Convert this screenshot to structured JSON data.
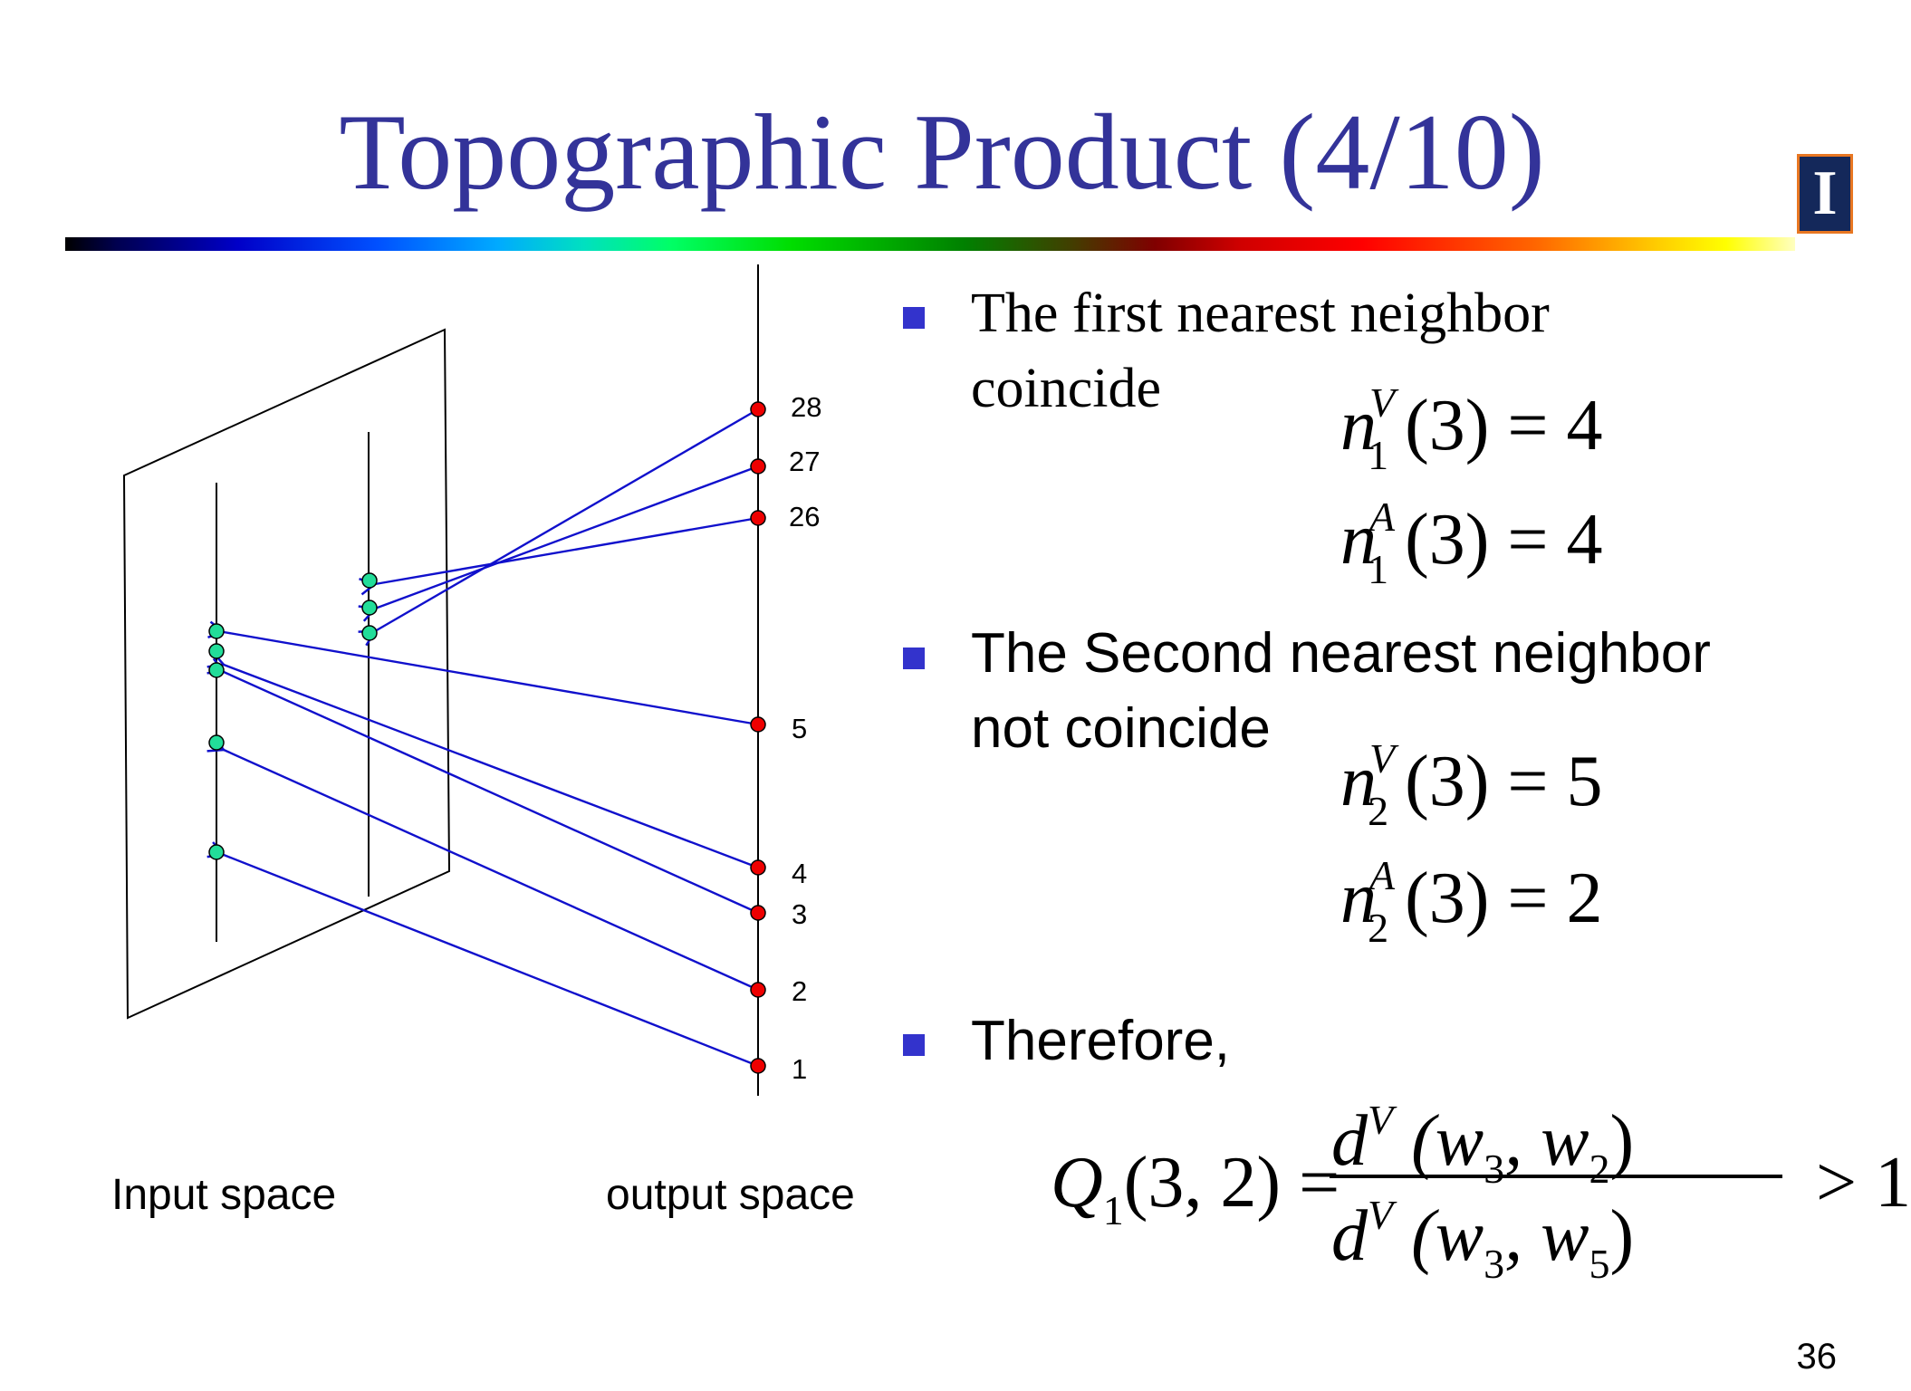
{
  "title": "Topographic Product (4/10)",
  "logo_letter": "I",
  "diagram": {
    "output_labels": [
      "28",
      "27",
      "26",
      "5",
      "4",
      "3",
      "2",
      "1"
    ],
    "input_label": "Input space",
    "output_label": "output space"
  },
  "bullets": [
    {
      "line1": "The first nearest neighbor",
      "line2": "coincide"
    },
    {
      "line1": "The Second nearest neighbor",
      "line2": "not coincide"
    },
    {
      "line1": "Therefore,"
    }
  ],
  "equations": {
    "eq1": {
      "n": "n",
      "sup": "V",
      "sub": "1",
      "arg": "(3)",
      "eq": "=",
      "val": "4"
    },
    "eq2": {
      "n": "n",
      "sup": "A",
      "sub": "1",
      "arg": "(3)",
      "eq": "=",
      "val": "4"
    },
    "eq3": {
      "n": "n",
      "sup": "V",
      "sub": "2",
      "arg": "(3)",
      "eq": "=",
      "val": "5"
    },
    "eq4": {
      "n": "n",
      "sup": "A",
      "sub": "2",
      "arg": "(3)",
      "eq": "=",
      "val": "2"
    }
  },
  "formula": {
    "lhs_q": "Q",
    "lhs_sub": "1",
    "lhs_args": "(3, 2) =",
    "num_d": "d",
    "num_sup": "V",
    "num_open": " (w",
    "num_s1": "3",
    "num_mid": ", w",
    "num_s2": "2",
    "num_close": ")",
    "den_d": "d",
    "den_sup": "V",
    "den_open": " (w",
    "den_s1": "3",
    "den_mid": ", w",
    "den_s2": "5",
    "den_close": ")",
    "rhs": "> 1"
  },
  "page_number": "36",
  "colors": {
    "title": "#333399",
    "bullet": "#3333cc",
    "arrow": "#1010cc",
    "output_node": "#ee0000",
    "input_node": "#22dd99"
  }
}
